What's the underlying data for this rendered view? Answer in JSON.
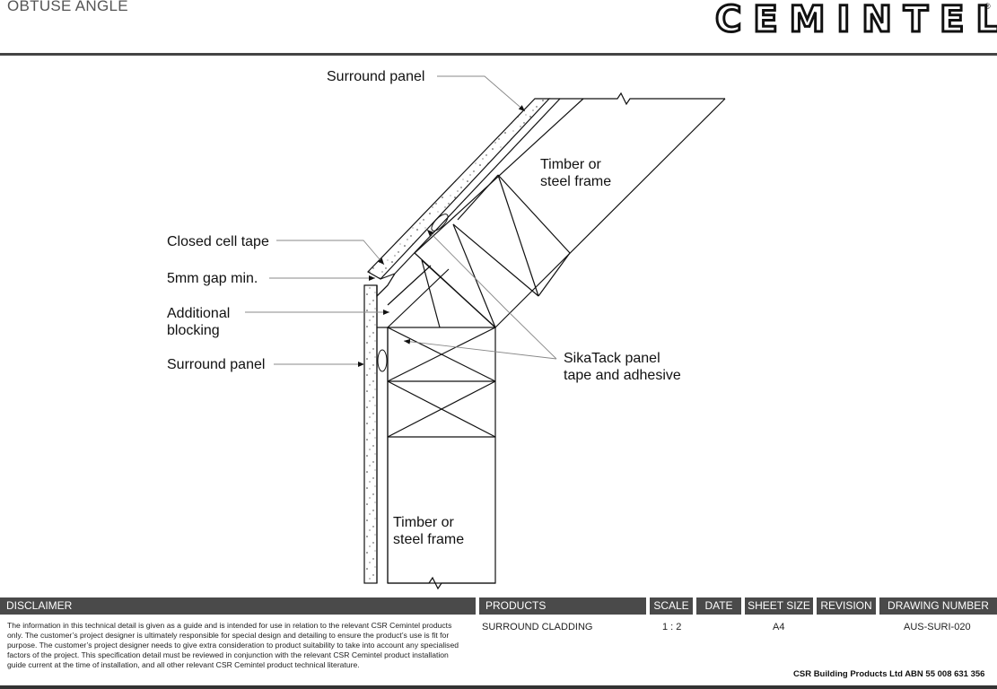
{
  "header": {
    "title": "OBTUSE ANGLE",
    "brand": "CEMINTEL",
    "brand_mark": "®"
  },
  "diagram": {
    "labels": {
      "surround_panel_top": "Surround panel",
      "timber_frame_top": "Timber or\nsteel frame",
      "closed_cell_tape": "Closed cell tape",
      "gap": "5mm gap min.",
      "additional_blocking": "Additional\nblocking",
      "surround_panel_left": "Surround panel",
      "sikatack": "SikaTack panel\ntape and adhesive",
      "timber_frame_bottom": "Timber or\nsteel frame"
    }
  },
  "title_block": {
    "headers": {
      "disclaimer": "DISCLAIMER",
      "products": "PRODUCTS",
      "scale": "SCALE",
      "date": "DATE",
      "sheet_size": "SHEET SIZE",
      "revision": "REVISION",
      "drawing_number": "DRAWING NUMBER"
    },
    "disclaimer_text": "The information in this technical detail is given as a guide and is intended for use in relation to the relevant CSR Cemintel products only. The customer’s project designer is ultimately responsible for special design and detailing to ensure the product’s use is fit for purpose. The customer’s project designer needs to give extra consideration to product suitability to take into account any specialised factors of the project. This specification detail must be reviewed in conjunction with the relevant CSR Cemintel product installation guide current at the time of installation, and all other relevant CSR Cemintel product technical literature.",
    "products": "SURROUND CLADDING",
    "scale": "1 : 2",
    "date": "",
    "sheet_size": "A4",
    "revision": "",
    "drawing_number": "AUS-SURI-020",
    "company": "CSR Building Products Ltd ABN  55 008 631 356"
  }
}
